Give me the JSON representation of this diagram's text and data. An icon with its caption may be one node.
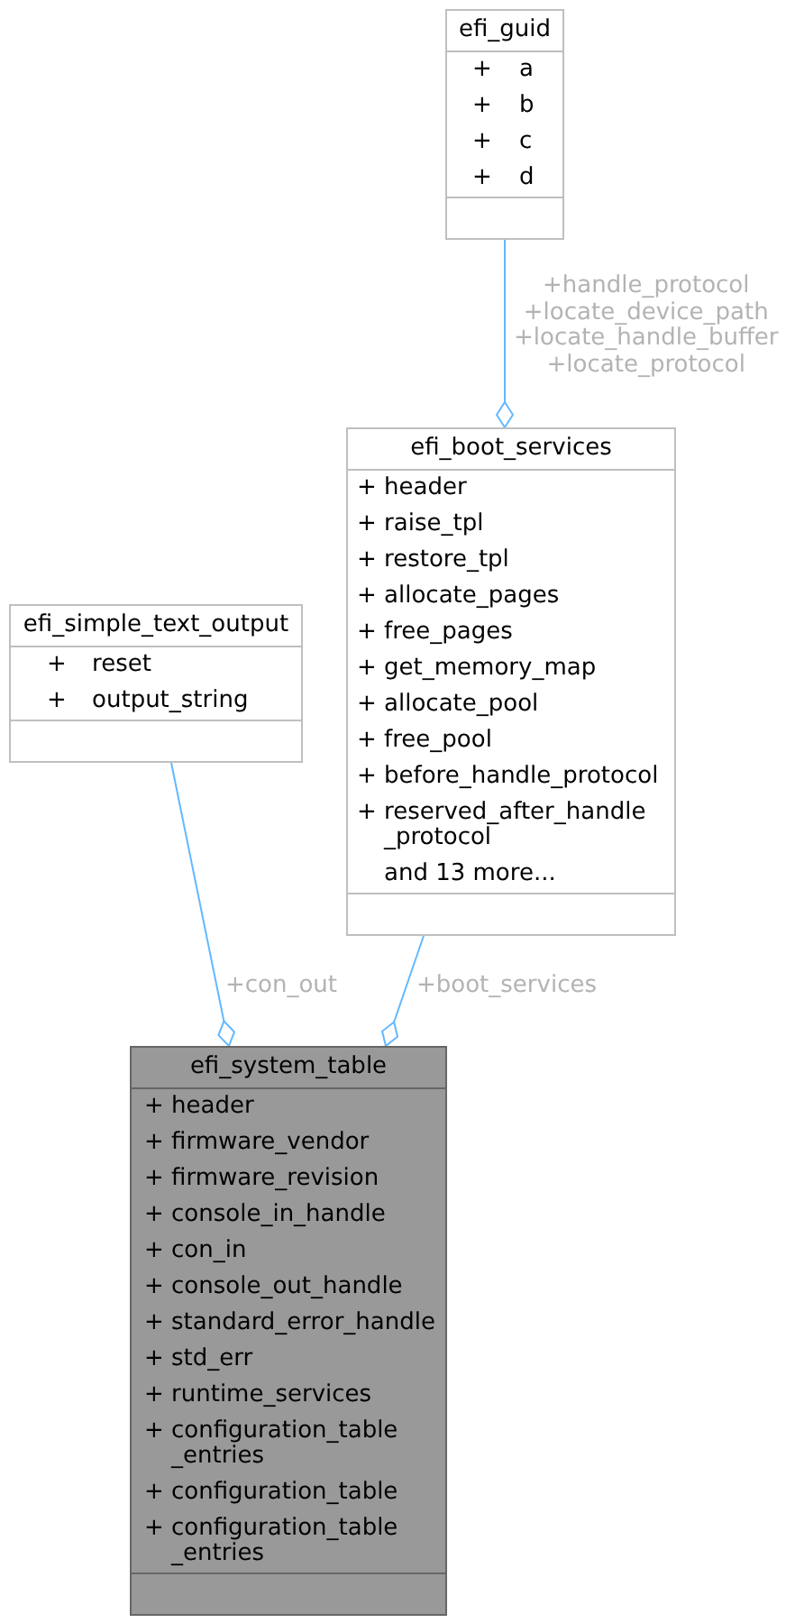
{
  "diagram": {
    "nodes": [
      {
        "text": [
          "efi_guid",
          "+ a",
          "+ b",
          "+ c",
          "+ d"
        ]
      },
      {
        "text": [
          "efi_boot_services",
          "+ header",
          "+ raise_tpl",
          "+ restore_tpl",
          "+ allocate_pages",
          "+ free_pages",
          "+ get_memory_map",
          "+ allocate_pool",
          "+ free_pool",
          "+ before_handle_protocol",
          "+ reserved_after_handle _protocol",
          "and 13 more..."
        ]
      },
      {
        "text": [
          "efi_simple_text_output",
          "+ reset",
          "+ output_string"
        ]
      },
      {
        "text": [
          "efi_system_table",
          "+ header",
          "+ firmware_vendor",
          "+ firmware_revision",
          "+ console_in_handle",
          "+ con_in",
          "+ console_out_handle",
          "+ standard_error_handle",
          "+ std_err",
          "+ runtime_services",
          "+ configuration_table _entries",
          "+ configuration_table",
          "+ configuration_table _entries"
        ]
      }
    ],
    "edges": [
      {
        "from": 0,
        "to": 1,
        "arrow": "other",
        "label": "+handle_protocol +locate_device_path +locate_handle_buffer +locate_protocol"
      },
      {
        "from": 2,
        "to": 3,
        "arrow": "other",
        "label": "+con_out"
      },
      {
        "from": 1,
        "to": 3,
        "arrow": "other",
        "label": "+boot_services"
      }
    ]
  }
}
